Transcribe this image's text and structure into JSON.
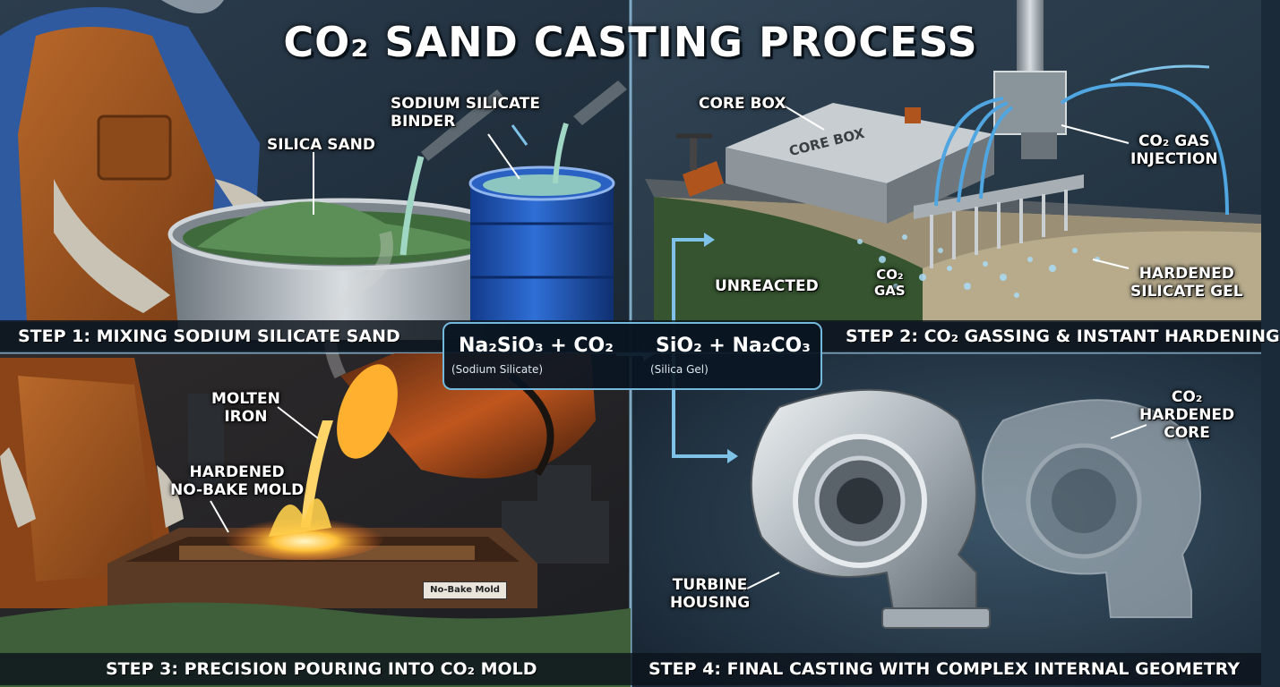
{
  "title": "CO₂ SAND CASTING PROCESS",
  "steps": [
    "STEP 1: MIXING SODIUM SILICATE SAND",
    "STEP 2: CO₂ GASSING & INSTANT HARDENING",
    "STEP 3: PRECISION POURING INTO CO₂ MOLD",
    "STEP 4: FINAL CASTING WITH COMPLEX INTERNAL GEOMETRY"
  ],
  "labels": {
    "silica_sand": "SILICA SAND",
    "binder_line1": "SODIUM SILICATE",
    "binder_line2": "BINDER",
    "core_box": "CORE BOX",
    "core_box_stamp": "CORE BOX",
    "gas_injection_line1": "CO₂ GAS",
    "gas_injection_line2": "INJECTION",
    "unreacted": "UNREACTED",
    "co2_gas_line1": "CO₂",
    "co2_gas_line2": "GAS",
    "silicate_gel_line1": "HARDENED",
    "silicate_gel_line2": "SILICATE GEL",
    "molten_iron_line1": "MOLTEN",
    "molten_iron_line2": "IRON",
    "nobake_line1": "HARDENED",
    "nobake_line2": "NO-BAKE MOLD",
    "nobake_tag": "No-Bake Mold",
    "turbine_line1": "TURBINE",
    "turbine_line2": "HOUSING",
    "core_line1": "CO₂",
    "core_line2": "HARDENED",
    "core_line3": "CORE"
  },
  "equation": {
    "reactants": "Na₂SiO₃ + CO₂",
    "products": "SiO₂ + Na₂CO₃",
    "reactant_note": "(Sodium Silicate)",
    "product_note": "(Silica Gel)"
  },
  "colors": {
    "accent_blue": "#74b9dc",
    "panel_band": "#0c141c",
    "molten": "#ffb02e",
    "sand_green": "#4f7d4c"
  }
}
